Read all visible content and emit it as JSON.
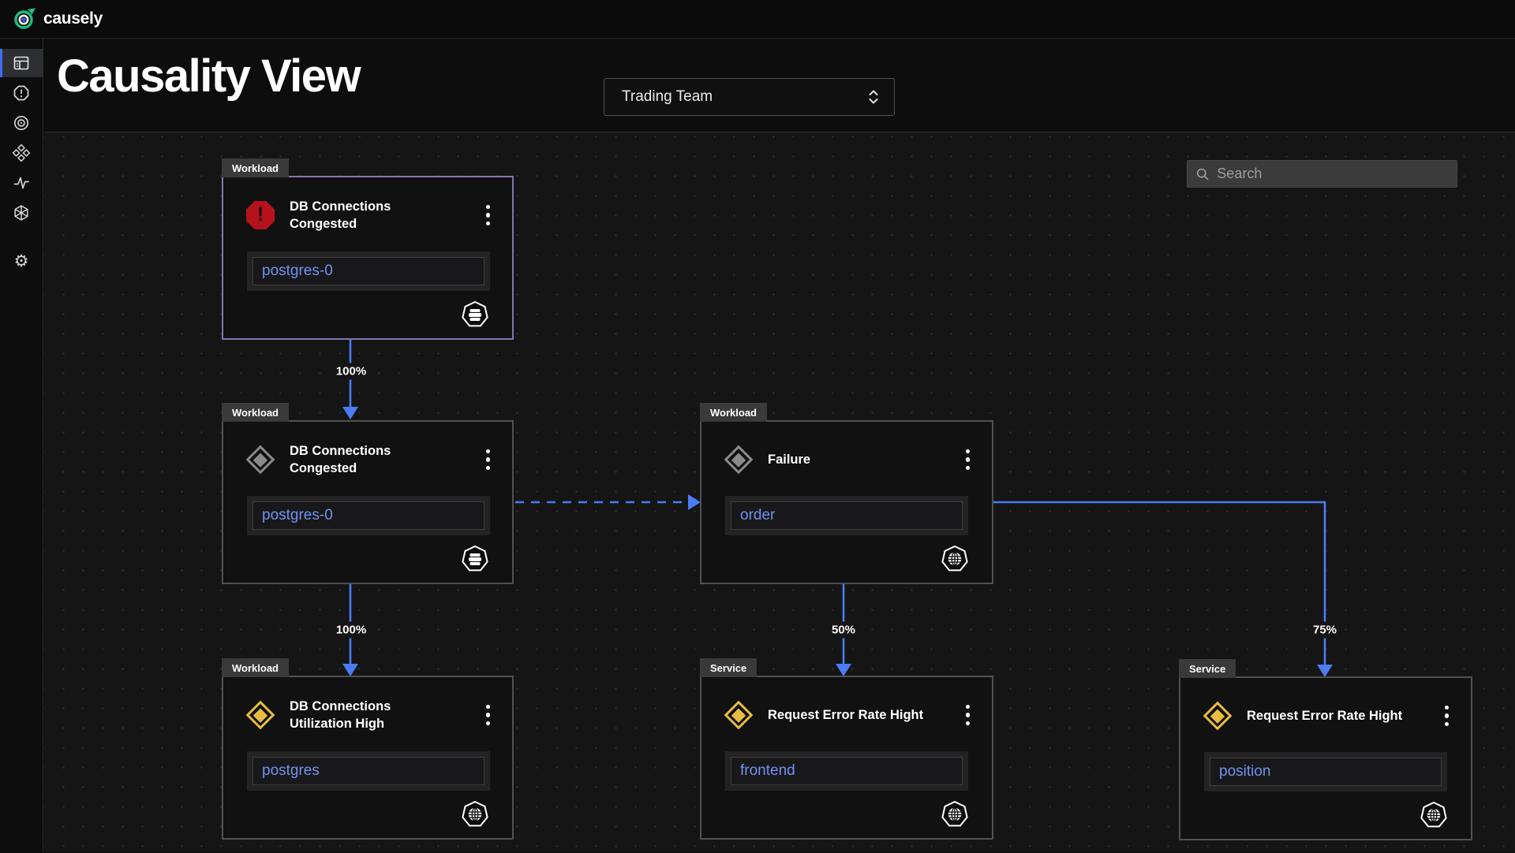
{
  "topbar": {
    "brand": "causely",
    "logo_icon": "causely-target-logo"
  },
  "sidebar": {
    "items": [
      {
        "icon": "dashboard-icon",
        "selected": true
      },
      {
        "icon": "alert-hexagon-icon",
        "selected": false
      },
      {
        "icon": "target-circles-icon",
        "selected": false
      },
      {
        "icon": "diamonds-cluster-icon",
        "selected": false
      },
      {
        "icon": "pulse-icon",
        "selected": false
      },
      {
        "icon": "hex-wheel-icon",
        "selected": false
      },
      {
        "icon": "gear-icon",
        "selected": false,
        "glyph": "⚙"
      }
    ]
  },
  "header": {
    "title": "Causality View",
    "team_selector": {
      "value": "Trading Team",
      "icon": "chevron-up-down-icon"
    }
  },
  "canvas": {
    "search": {
      "placeholder": "Search",
      "icon": "search-icon"
    },
    "nodes": [
      {
        "tag": "Workload",
        "severity_icon": "alert-octagon-red-icon",
        "bang": "!",
        "title": "DB Connections Congested",
        "entity": "postgres-0",
        "entity_icon": "database-heptagon-icon",
        "highlighted": true
      },
      {
        "tag": "Workload",
        "severity_icon": "diamond-gray-icon",
        "title": "DB Connections Congested",
        "entity": "postgres-0",
        "entity_icon": "database-heptagon-icon",
        "highlighted": false
      },
      {
        "tag": "Workload",
        "severity_icon": "diamond-gray-icon",
        "title": "Failure",
        "entity": "order",
        "entity_icon": "globe-heptagon-icon",
        "highlighted": false
      },
      {
        "tag": "Workload",
        "severity_icon": "diamond-yellow-icon",
        "title": "DB Connections Utilization High",
        "entity": "postgres",
        "entity_icon": "globe-heptagon-icon",
        "highlighted": false
      },
      {
        "tag": "Service",
        "severity_icon": "diamond-yellow-icon",
        "title": "Request Error Rate Hight",
        "entity": "frontend",
        "entity_icon": "globe-heptagon-icon",
        "highlighted": false
      },
      {
        "tag": "Service",
        "severity_icon": "diamond-yellow-icon",
        "title": "Request Error Rate Hight",
        "entity": "position",
        "entity_icon": "globe-heptagon-icon",
        "highlighted": false
      }
    ],
    "edges": [
      {
        "from": "DB Connections Congested (postgres-0, critical)",
        "to": "DB Connections Congested (postgres-0)",
        "label": "100%",
        "style": "solid"
      },
      {
        "from": "DB Connections Congested (postgres-0)",
        "to": "DB Connections Utilization High (postgres)",
        "label": "100%",
        "style": "solid"
      },
      {
        "from": "DB Connections Congested (postgres-0)",
        "to": "Failure (order)",
        "label": "",
        "style": "dashed"
      },
      {
        "from": "Failure (order)",
        "to": "Request Error Rate Hight (frontend)",
        "label": "50%",
        "style": "solid"
      },
      {
        "from": "Failure (order)",
        "to": "Request Error Rate Hight (position)",
        "label": "75%",
        "style": "solid"
      }
    ]
  },
  "colors": {
    "edge_blue": "#4b7cf2",
    "highlight_purple": "#8673b0",
    "critical_red": "#b5121d",
    "warning_yellow": "#e8bc40",
    "neutral_gray": "#8a8a8a",
    "entity_link_blue": "#7292f0",
    "brand_green": "#1fbf7f",
    "brand_blue": "#4157d8",
    "selected_item_blue": "#3f6df0"
  }
}
